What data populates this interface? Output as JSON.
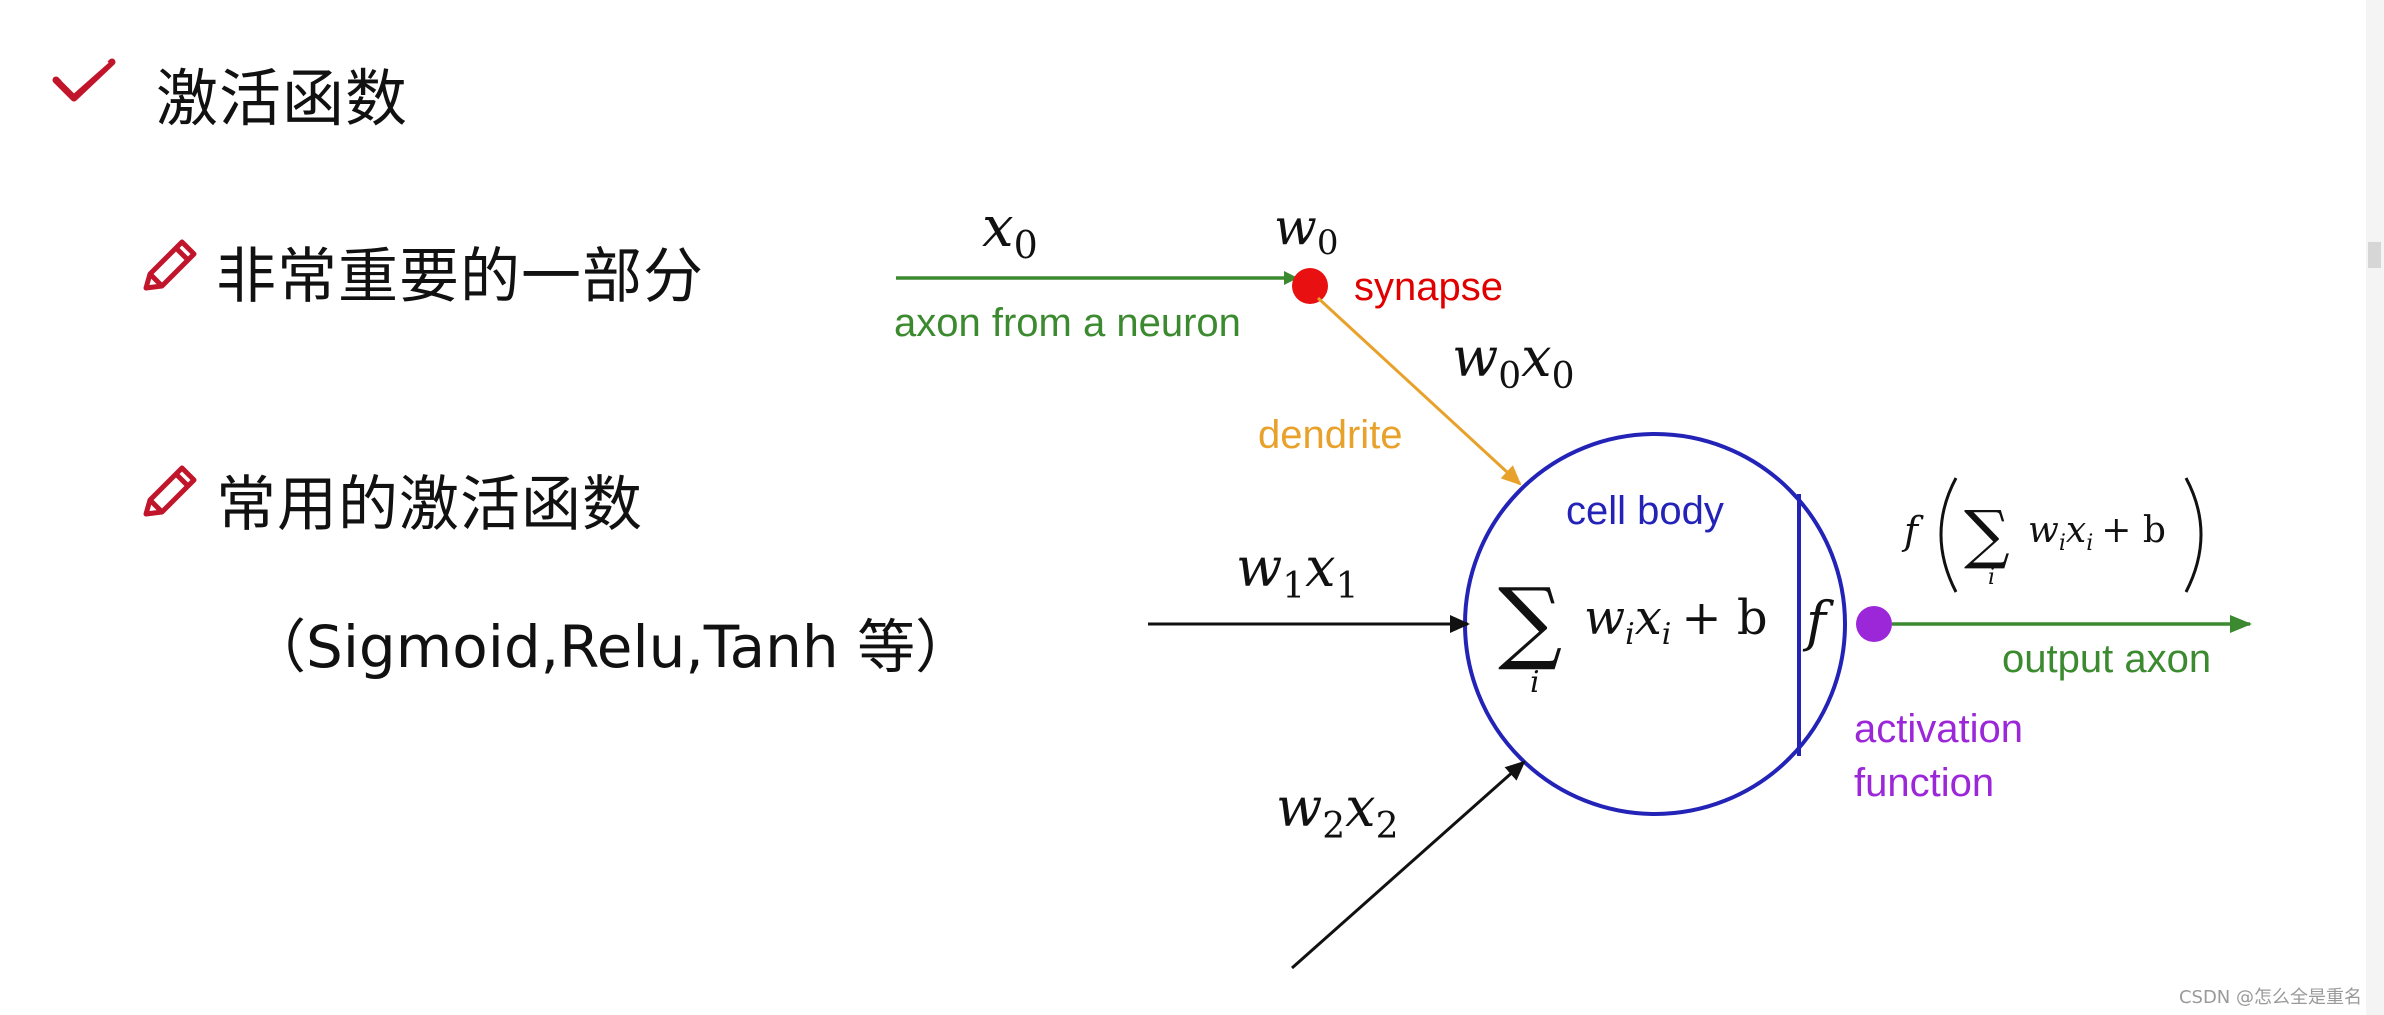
{
  "title": "激活函数",
  "bullets": [
    "非常重要的一部分",
    "常用的激活函数"
  ],
  "examples": "（Sigmoid,Relu,Tanh 等）",
  "diagram": {
    "x0": "x",
    "x0_sub": "0",
    "w0": "w",
    "w0_sub": "0",
    "synapse": "synapse",
    "axon_from": "axon from a neuron",
    "w0x0_w": "w",
    "w0x0_w_sub": "0",
    "w0x0_x": "x",
    "w0x0_x_sub": "0",
    "dendrite": "dendrite",
    "cell_body": "cell body",
    "w1x1_w": "w",
    "w1x1_w_sub": "1",
    "w1x1_x": "x",
    "w1x1_x_sub": "1",
    "w2x2_w": "w",
    "w2x2_w_sub": "2",
    "w2x2_x": "x",
    "w2x2_x_sub": "2",
    "sum_sigma": "∑",
    "sum_index": "i",
    "sum_expr_w": "w",
    "sum_expr_w_sub": "i",
    "sum_expr_x": "x",
    "sum_expr_x_sub": "i",
    "sum_expr_rest": "+ b",
    "f_symbol": "f",
    "out_f": "f",
    "out_sigma": "∑",
    "out_index": "i",
    "out_w": "w",
    "out_w_sub": "i",
    "out_x": "x",
    "out_x_sub": "i",
    "out_rest": "+ b",
    "output_axon": "output axon",
    "activation": "activation",
    "function": "function"
  },
  "colors": {
    "green": "#3c8a30",
    "red": "#e00000",
    "orange": "#e8a12a",
    "blue": "#2323b8",
    "purple": "#9b27d9",
    "check_red": "#c0152a"
  },
  "icons": {
    "title_icon": "check-icon",
    "bullet_icon": "pencil-icon"
  },
  "watermark": "CSDN @怎么全是重名"
}
